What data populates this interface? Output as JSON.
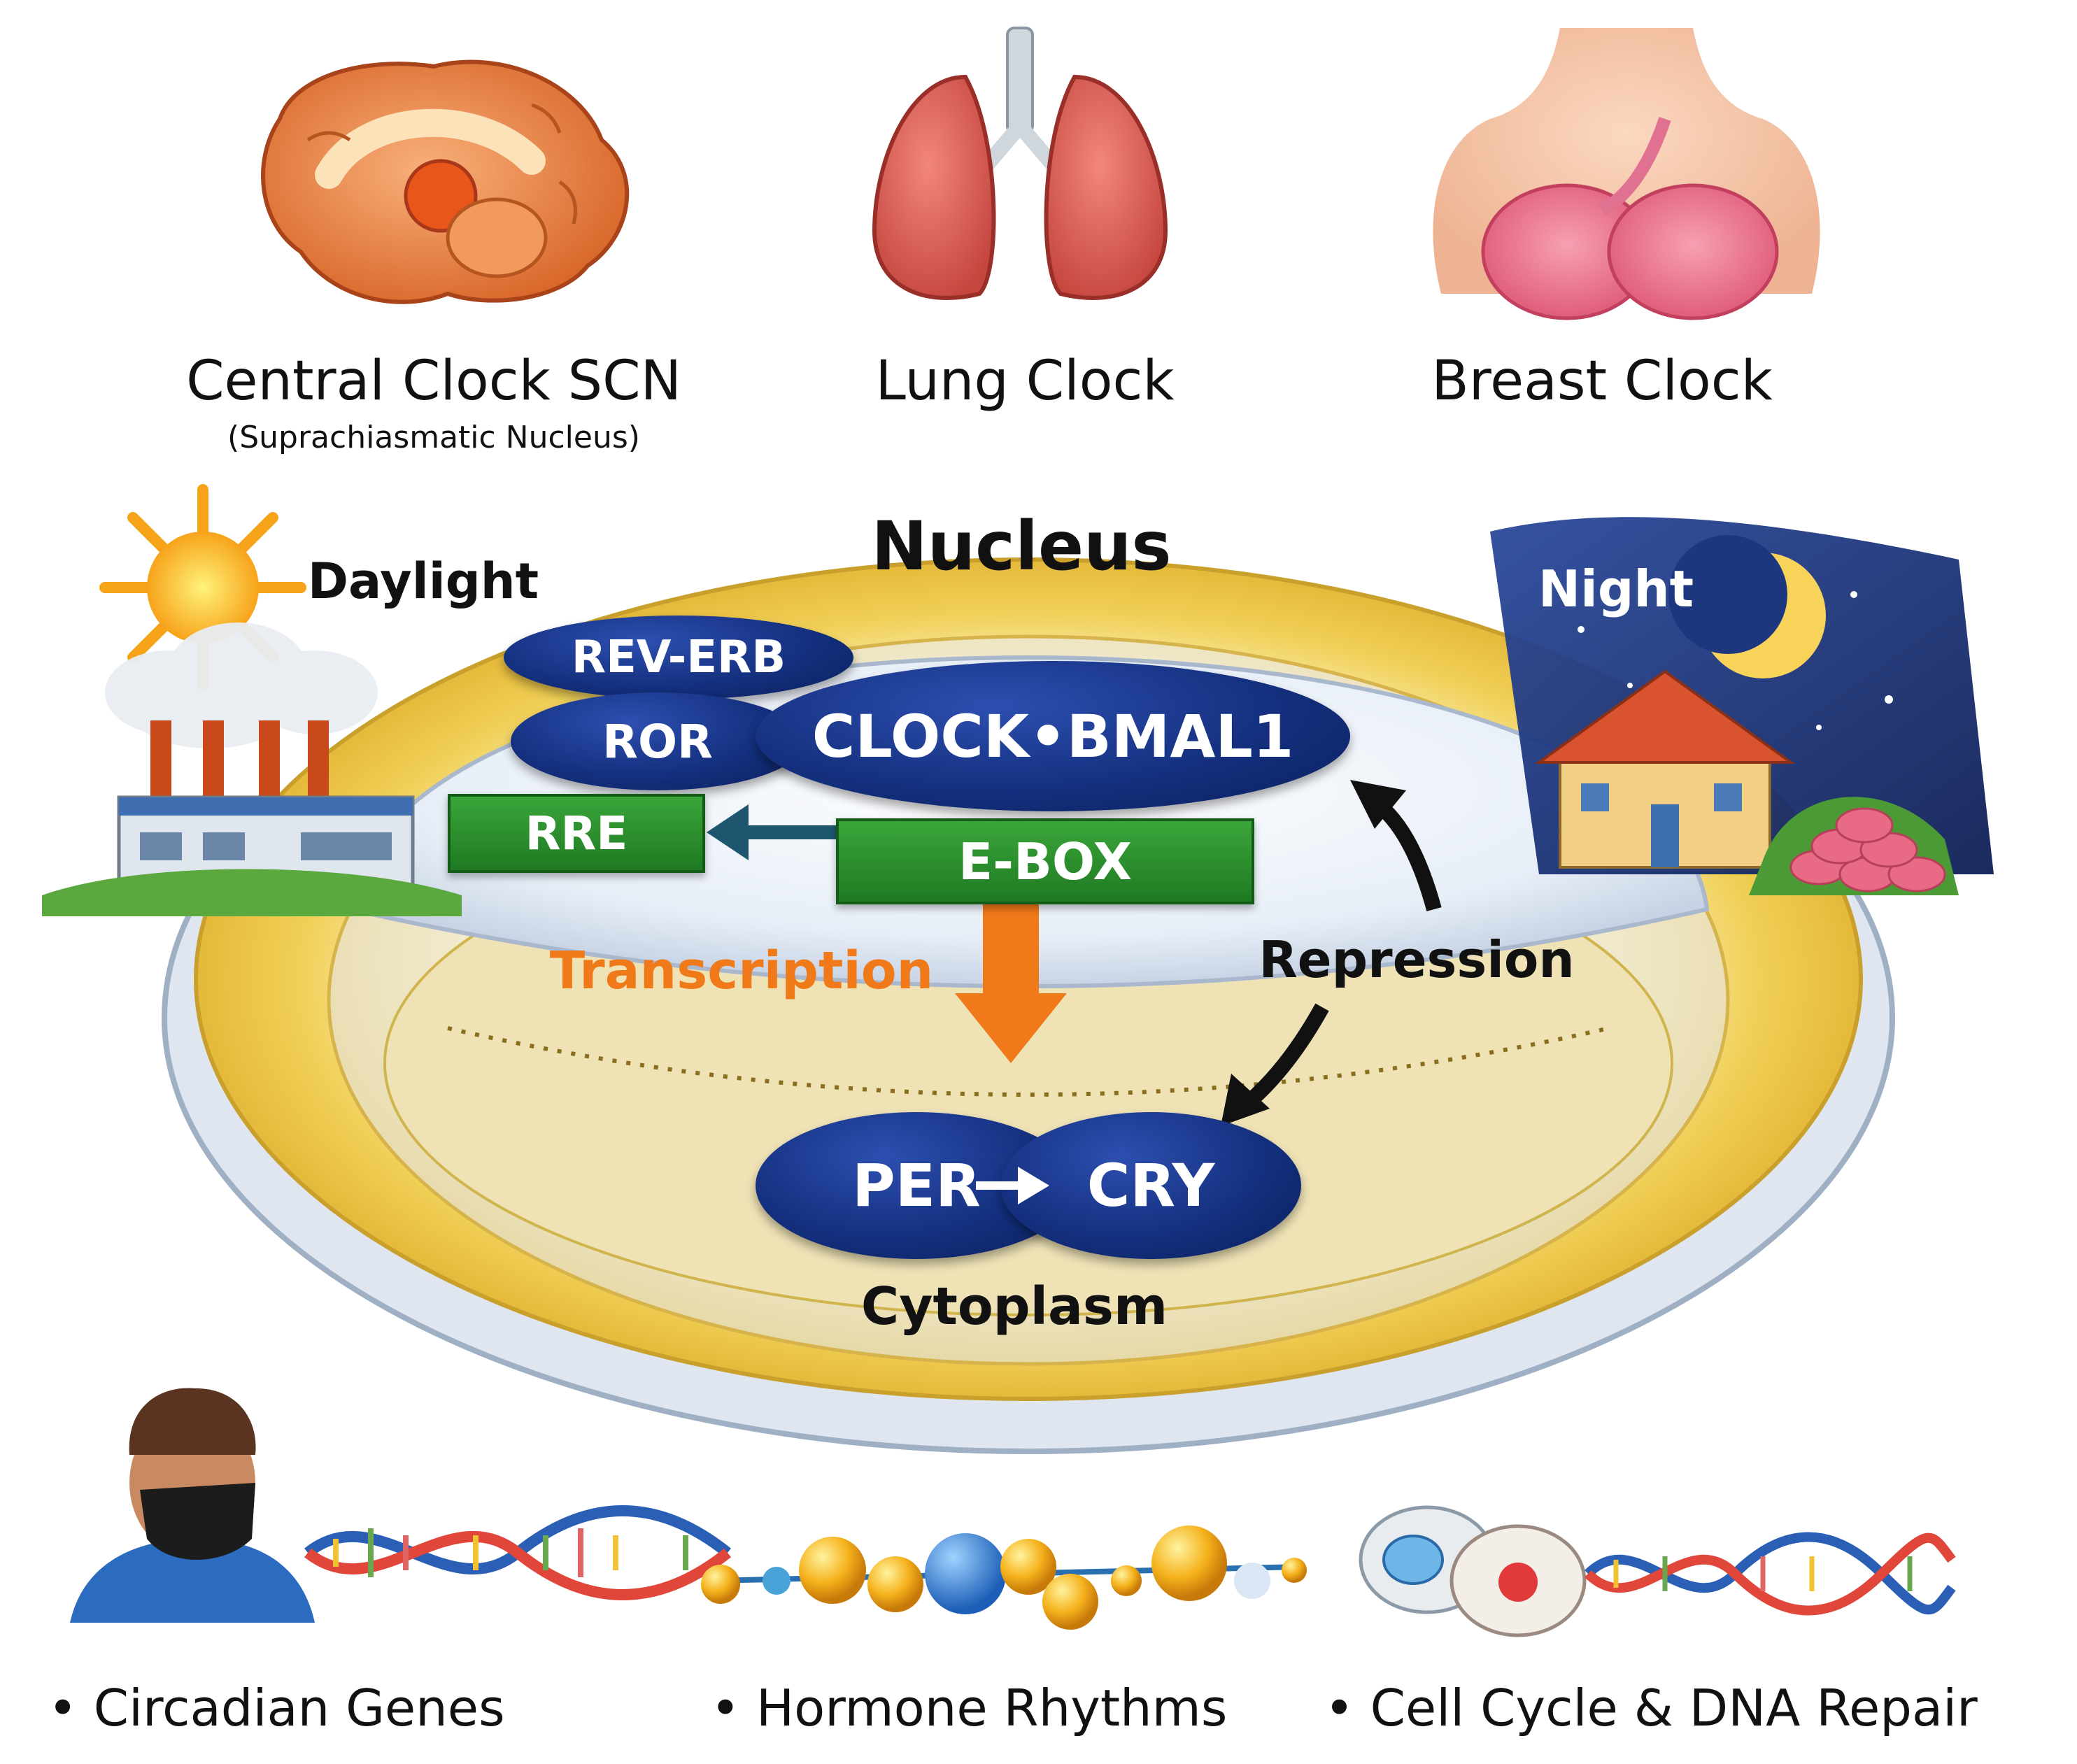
{
  "organs": [
    {
      "title": "Central Clock SCN",
      "subtitle": "(Suprachiasmatic Nucleus)",
      "icon": "brain-icon"
    },
    {
      "title": "Lung Clock",
      "icon": "lungs-icon"
    },
    {
      "title": "Breast Clock",
      "icon": "breast-icon"
    }
  ],
  "cell": {
    "nucleus_label": "Nucleus",
    "cytoplasm_label": "Cytoplasm",
    "daylight_label": "Daylight",
    "night_label": "Night"
  },
  "proteins": {
    "rev_erb": "REV-ERB",
    "ror": "ROR",
    "clock_bmal1": "CLOCK•BMAL1",
    "per": "PER",
    "cry": "CRY"
  },
  "elements": {
    "rre": "RRE",
    "ebox": "E-BOX"
  },
  "processes": {
    "transcription": "Transcription",
    "repression": "Repression"
  },
  "outputs": [
    "• Circadian Genes",
    "• Hormone Rhythms",
    "• Cell Cycle & DNA Repair"
  ],
  "colors": {
    "protein_blue": "#14307f",
    "element_green": "#2a8f2c",
    "transcription_orange": "#f07a1a",
    "nucleus_gold": "#f3d56a",
    "night_sky": "#1b3170"
  }
}
